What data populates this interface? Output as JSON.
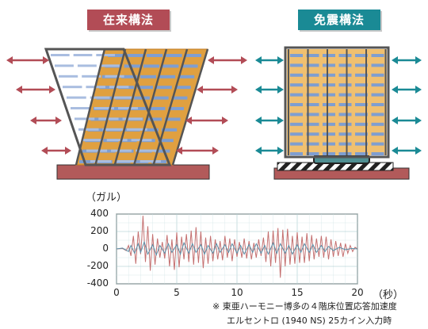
{
  "labels": {
    "conventional": "在来構法",
    "isolated": "免震構法"
  },
  "colors": {
    "conventional_accent": "#b24c56",
    "isolated_accent": "#1a8a95",
    "building_orange": "#e0a040",
    "frame_gray": "#555555",
    "floor_blue": "#7f9ed0",
    "foundation": "#b25a5a",
    "rubber_pad": "#4f8f92"
  },
  "chart_data": {
    "type": "line",
    "ylabel": "（ガル）",
    "xlabel": "（秒）",
    "xlim": [
      0,
      20
    ],
    "ylim": [
      -400,
      400
    ],
    "x_ticks": [
      0,
      5,
      10,
      15,
      20
    ],
    "y_ticks": [
      400,
      200,
      0,
      -200,
      -400
    ],
    "x_tick_labels": [
      "0",
      "5",
      "10",
      "15",
      "20"
    ],
    "y_tick_labels": [
      "400",
      "200",
      "0",
      "-200",
      "-400"
    ],
    "grid": true,
    "series": [
      {
        "color": "#c47070",
        "x": [
          0.0,
          0.5,
          0.8,
          1.0,
          1.2,
          1.4,
          1.6,
          1.8,
          2.0,
          2.1,
          2.2,
          2.4,
          2.6,
          2.8,
          3.0,
          3.2,
          3.4,
          3.6,
          3.8,
          4.0,
          4.2,
          4.4,
          4.6,
          4.8,
          5.0,
          5.2,
          5.4,
          5.6,
          5.8,
          6.0,
          6.2,
          6.4,
          6.6,
          6.8,
          7.0,
          7.2,
          7.4,
          7.6,
          7.8,
          8.0,
          8.2,
          8.4,
          8.6,
          8.8,
          9.0,
          9.2,
          9.4,
          9.6,
          9.8,
          10.0,
          10.2,
          10.4,
          10.6,
          10.8,
          11.0,
          11.2,
          11.4,
          11.6,
          11.8,
          12.0,
          12.2,
          12.4,
          12.6,
          12.8,
          13.0,
          13.2,
          13.4,
          13.6,
          13.8,
          14.0,
          14.2,
          14.4,
          14.6,
          14.8,
          15.0,
          15.2,
          15.4,
          15.6,
          15.8,
          16.0,
          16.2,
          16.4,
          16.6,
          16.8,
          17.0,
          17.2,
          17.4,
          17.6,
          17.8,
          18.0,
          18.2,
          18.4,
          18.6,
          18.8,
          19.0,
          19.2,
          19.4,
          19.6,
          19.8,
          20.0
        ],
        "y": [
          0,
          5,
          -20,
          40,
          -80,
          150,
          -170,
          200,
          -60,
          120,
          380,
          -150,
          260,
          -250,
          170,
          -180,
          120,
          -100,
          80,
          -110,
          160,
          -200,
          110,
          -240,
          190,
          -210,
          140,
          -120,
          170,
          -150,
          210,
          -180,
          250,
          -160,
          200,
          -220,
          130,
          -170,
          150,
          -140,
          110,
          -120,
          90,
          -130,
          150,
          -100,
          120,
          -140,
          110,
          -90,
          80,
          -100,
          120,
          -110,
          90,
          -120,
          70,
          -100,
          110,
          -80,
          130,
          -150,
          200,
          -200,
          210,
          -160,
          240,
          -330,
          220,
          -200,
          230,
          -180,
          150,
          -170,
          190,
          -160,
          140,
          -160,
          180,
          -140,
          160,
          -120,
          120,
          -90,
          150,
          -100,
          140,
          -120,
          110,
          -90,
          90,
          -80,
          70,
          -90,
          60,
          -50,
          40,
          -30,
          20,
          0
        ]
      },
      {
        "color": "#5b8fa8",
        "x": [
          0.0,
          0.5,
          1.0,
          1.2,
          1.5,
          1.8,
          2.0,
          2.3,
          2.6,
          3.0,
          3.3,
          3.6,
          4.0,
          4.3,
          4.6,
          5.0,
          5.3,
          5.6,
          6.0,
          6.3,
          6.6,
          7.0,
          7.3,
          7.6,
          8.0,
          8.3,
          8.6,
          9.0,
          9.3,
          9.6,
          10.0,
          10.3,
          10.6,
          11.0,
          11.3,
          11.6,
          12.0,
          12.3,
          12.6,
          13.0,
          13.3,
          13.6,
          14.0,
          14.3,
          14.6,
          15.0,
          15.3,
          15.6,
          16.0,
          16.3,
          16.6,
          17.0,
          17.3,
          17.6,
          18.0,
          18.5,
          19.0,
          19.5,
          20.0
        ],
        "y": [
          0,
          10,
          -30,
          40,
          -50,
          60,
          -40,
          80,
          -60,
          50,
          -70,
          40,
          -50,
          60,
          -40,
          50,
          -60,
          70,
          -50,
          60,
          -40,
          50,
          -60,
          40,
          -50,
          60,
          -40,
          50,
          -40,
          60,
          -50,
          40,
          -60,
          50,
          -40,
          60,
          -50,
          40,
          -60,
          70,
          -50,
          60,
          -50,
          40,
          -60,
          50,
          -40,
          60,
          -40,
          50,
          -40,
          40,
          -30,
          30,
          -20,
          20,
          -10,
          5,
          0
        ]
      }
    ]
  },
  "notes": {
    "line1": "※ 東亜ハーモニー博多の４階床位置応答加速度",
    "line2": "エルセントロ (1940 NS)  25カイン入力時"
  }
}
